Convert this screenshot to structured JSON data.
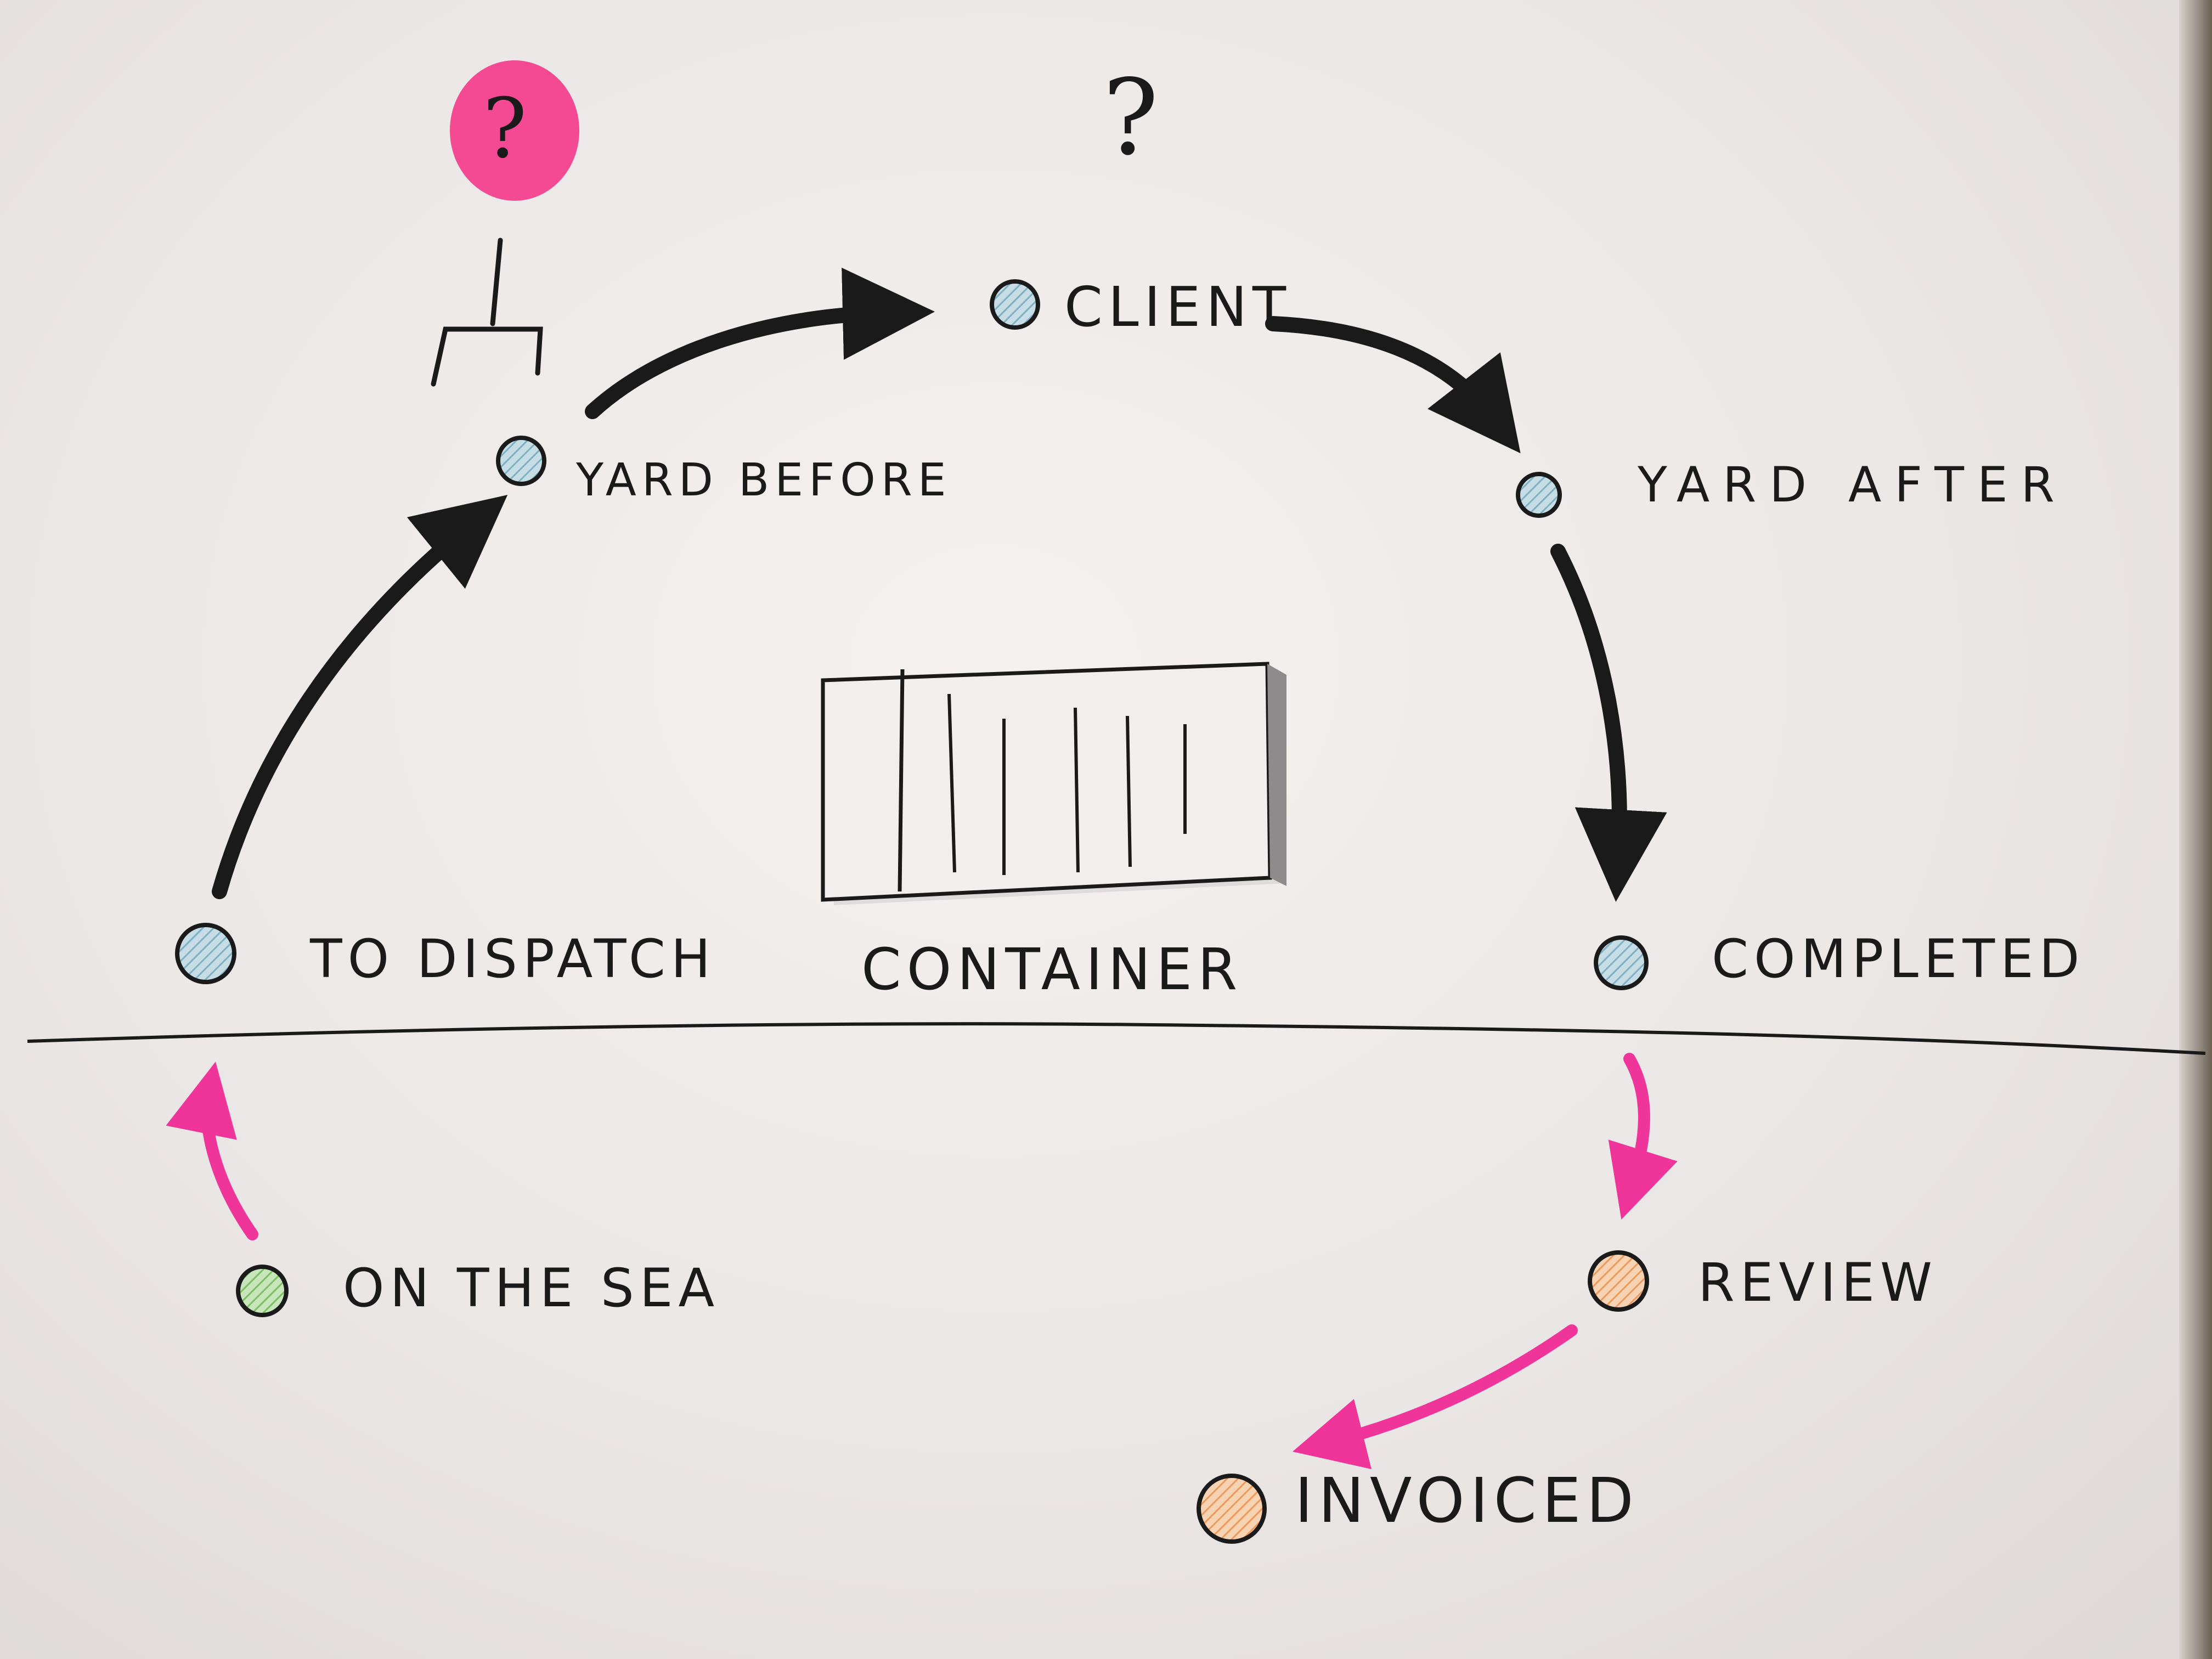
{
  "diagram": {
    "question_mark_top_left": "?",
    "question_mark_top_center": "?",
    "container_label": "CONTAINER",
    "nodes": {
      "yard_before": {
        "label": "YARD BEFORE",
        "dot_color": "#9cc3d3"
      },
      "client": {
        "label": "CLIENT",
        "dot_color": "#9cc3d3"
      },
      "yard_after": {
        "label": "YARD AFTER",
        "dot_color": "#9cc3d3"
      },
      "completed": {
        "label": "COMPLETED",
        "dot_color": "#9cc3d3"
      },
      "to_dispatch": {
        "label": "TO DISPATCH",
        "dot_color": "#9cc3d3"
      },
      "on_the_sea": {
        "label": "ON THE SEA",
        "dot_color": "#8fc97a"
      },
      "review": {
        "label": "REVIEW",
        "dot_color": "#f2b07a"
      },
      "invoiced": {
        "label": "INVOICED",
        "dot_color": "#f2b07a"
      }
    },
    "colors": {
      "ink": "#1a1a1a",
      "pink": "#f0359a",
      "pink_blob": "#f34a93"
    }
  }
}
